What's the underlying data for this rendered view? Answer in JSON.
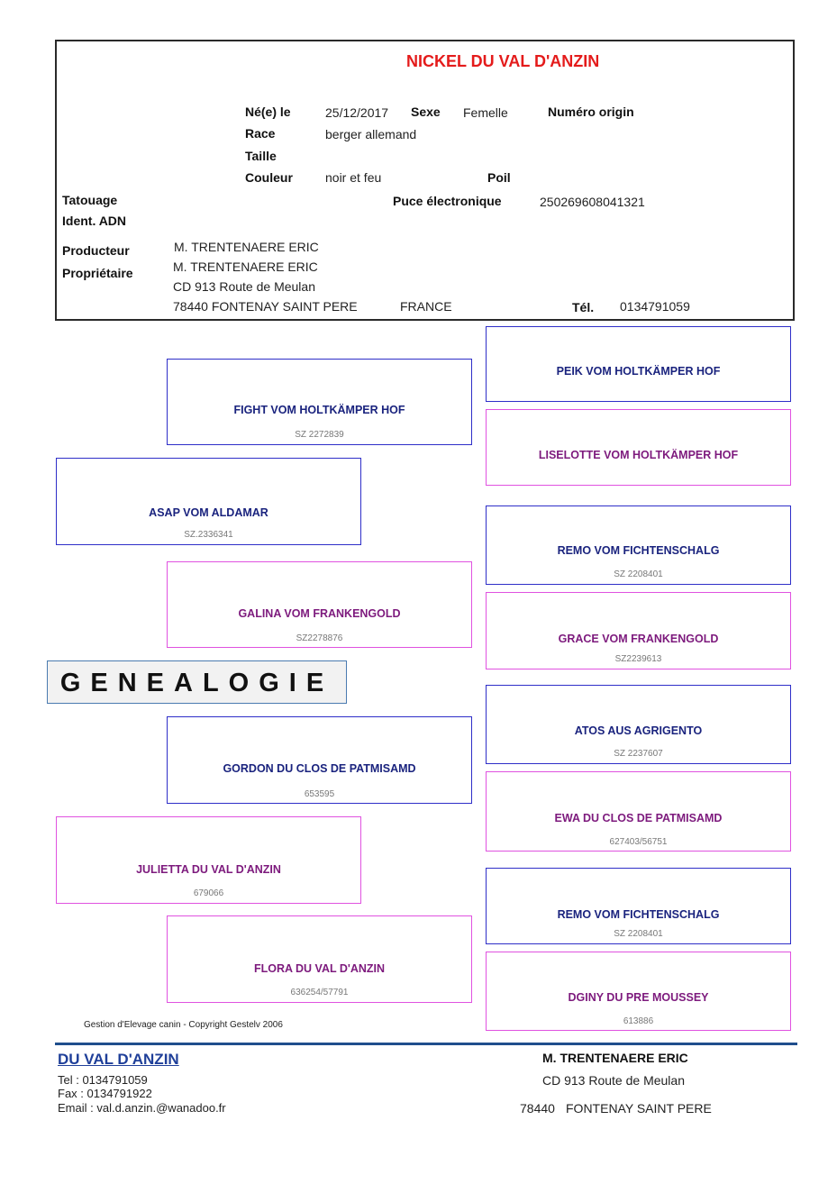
{
  "header": {
    "dog_name": "NICKEL  DU VAL D'ANZIN",
    "born_label": "Né(e) le",
    "born_value": "25/12/2017",
    "sex_label": "Sexe",
    "sex_value": "Femelle",
    "origin_label": "Numéro origin",
    "race_label": "Race",
    "race_value": "berger allemand",
    "size_label": "Taille",
    "color_label": "Couleur",
    "color_value": "noir et feu",
    "coat_label": "Poil",
    "tattoo_label": "Tatouage",
    "chip_label": "Puce électronique",
    "chip_value": "250269608041321",
    "dna_label": "Ident. ADN",
    "producer_label": "Producteur",
    "producer_value": "M. TRENTENAERE ERIC",
    "owner_label": "Propriétaire",
    "owner_name": "M. TRENTENAERE ERIC",
    "owner_address": "CD  913 Route de Meulan",
    "owner_city": "78440 FONTENAY SAINT PERE",
    "owner_country": "FRANCE",
    "tel_label": "Tél.",
    "tel_value": "0134791059"
  },
  "pedigree": {
    "sire": {
      "name": "ASAP VOM ALDAMAR",
      "reg": "SZ.2336341"
    },
    "dam": {
      "name": "JULIETTA DU VAL D'ANZIN",
      "reg": "679066"
    },
    "sire_sire": {
      "name": "FIGHT VOM HOLTKÄMPER HOF",
      "reg": "SZ 2272839"
    },
    "sire_dam": {
      "name": "GALINA VOM FRANKENGOLD",
      "reg": "SZ2278876"
    },
    "dam_sire": {
      "name": "GORDON DU CLOS DE PATMISAMD",
      "reg": "653595"
    },
    "dam_dam": {
      "name": "FLORA DU VAL D'ANZIN",
      "reg": "636254/57791"
    },
    "g1": {
      "name": "PEIK VOM HOLTKÄMPER HOF",
      "reg": ""
    },
    "g2": {
      "name": "LISELOTTE VOM HOLTKÄMPER HOF",
      "reg": ""
    },
    "g3": {
      "name": "REMO VOM FICHTENSCHALG",
      "reg": "SZ 2208401"
    },
    "g4": {
      "name": "GRACE VOM FRANKENGOLD",
      "reg": "SZ2239613"
    },
    "g5": {
      "name": "ATOS AUS AGRIGENTO",
      "reg": "SZ 2237607"
    },
    "g6": {
      "name": "EWA DU CLOS DE PATMISAMD",
      "reg": "627403/56751"
    },
    "g7": {
      "name": "REMO VOM FICHTENSCHALG",
      "reg": "SZ 2208401"
    },
    "g8": {
      "name": "DGINY DU PRE MOUSSEY",
      "reg": "613886"
    }
  },
  "genealogy_label": "GENEALOGIE",
  "copyright": "Gestion d'Elevage canin - Copyright Gestelv 2006",
  "footer": {
    "kennel_name": "DU VAL D'ANZIN",
    "tel": "Tel : 0134791059",
    "fax": "Fax : 0134791922",
    "email": "Email : val.d.anzin.@wanadoo.fr",
    "owner_name": "M. TRENTENAERE ERIC",
    "owner_address": "CD  913 Route de Meulan",
    "owner_postcode": "78440",
    "owner_city": "FONTENAY SAINT PERE"
  },
  "colors": {
    "title": "#e41b1b",
    "male_border": "#2e2ec8",
    "female_border": "#e052e0",
    "male_text": "#1a237e",
    "female_text": "#7d1a7d",
    "footer_rule": "#1f4e8c"
  }
}
